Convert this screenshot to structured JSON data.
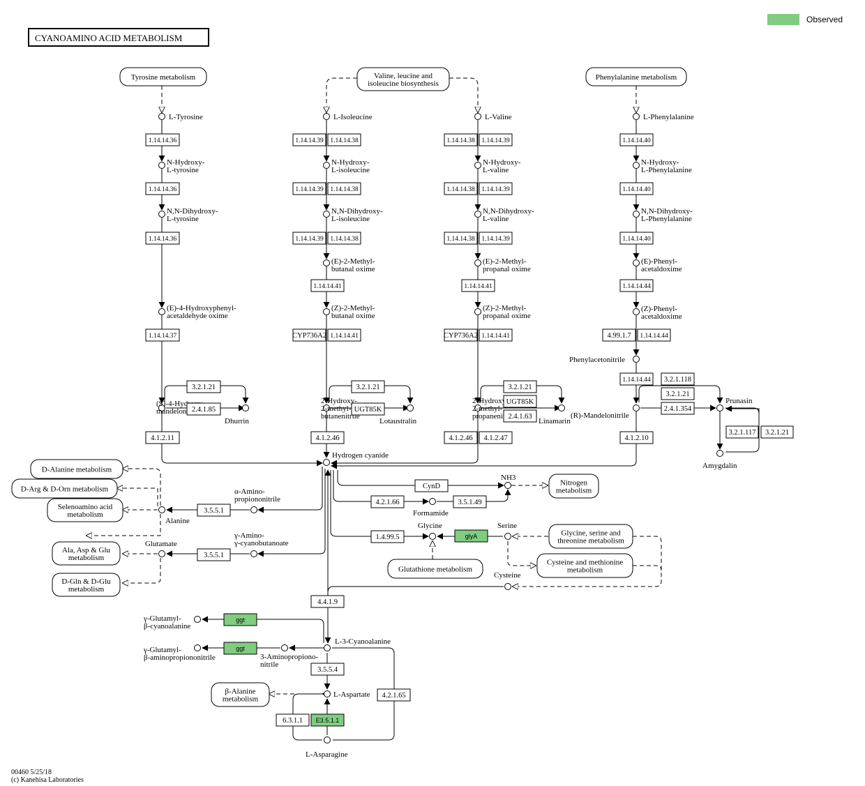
{
  "title": "CYANOAMINO  ACID  METABOLISM",
  "legend": {
    "label": "Observed",
    "color": "#80CC80"
  },
  "footer": {
    "map_id_date": "00460 5/25/18",
    "copyright": "(c) Kanehisa Laboratories"
  },
  "colors": {
    "observed": "#80CC80",
    "line": "#000000",
    "background": "#FFFFFF"
  },
  "maps": {
    "tyr": "Tyrosine metabolism",
    "val": [
      "Valine, leucine and",
      "isoleucine biosynthesis"
    ],
    "phe": "Phenylalanine metabolism",
    "dala": "D-Alanine metabolism",
    "darg": "D-Arg & D-Orn metabolism",
    "selen": [
      "Selenoamino acid",
      "metabolism"
    ],
    "aag": [
      "Ala, Asp & Glu",
      "metabolism"
    ],
    "dgln": [
      "D-Gln & D-Glu",
      "metabolism"
    ],
    "nitro": [
      "Nitrogen",
      "metabolism"
    ],
    "gst": [
      "Glycine, serine and",
      "threonine metabolism"
    ],
    "cys": [
      "Cysteine and methionine",
      "metabolism"
    ],
    "glut": "Glutathione metabolism",
    "bala": [
      "β-Alanine",
      "metabolism"
    ]
  },
  "compounds": {
    "ltyr": [
      "L-Tyrosine"
    ],
    "nhtyr": [
      "N-Hydroxy-",
      "L-tyrosine"
    ],
    "nndtyr": [
      "N,N-Dihydroxy-",
      "L-tyrosine"
    ],
    "e4h": [
      "(E)-4-Hydroxyphenyl-",
      "acetaldehyde oxime"
    ],
    "s4h": [
      "(S)-4-Hydroxy-",
      "mandelonitrile"
    ],
    "dhurrin": [
      "Dhurrin"
    ],
    "lile": [
      "L-Isoleucine"
    ],
    "nhile": [
      "N-Hydroxy-",
      "L-isoleucine"
    ],
    "nndile": [
      "N,N-Dihydroxy-",
      "L-isoleucine"
    ],
    "e2mb": [
      "(E)-2-Methyl-",
      "butanal oxime"
    ],
    "z2mb": [
      "(Z)-2-Methyl-",
      "butanal oxime"
    ],
    "h2mb": [
      "2-Hydroxy-",
      "2-methyl-",
      "butanenitrile"
    ],
    "lotau": [
      "Lotaustralin"
    ],
    "lval": [
      "L-Valine"
    ],
    "nhval": [
      "N-Hydroxy-",
      "L-valine"
    ],
    "nndval": [
      "N,N-Dihydroxy-",
      "L-valine"
    ],
    "e2mp": [
      "(E)-2-Methyl-",
      "propanal oxime"
    ],
    "z2mp": [
      "(Z)-2-Methyl-",
      "propanal oxime"
    ],
    "h2mp": [
      "2-Hydroxy-",
      "2-methyl-",
      "propanenitrile"
    ],
    "linam": [
      "Linamarin"
    ],
    "lphe": [
      "L-Phenylalanine"
    ],
    "nhphe": [
      "N-Hydroxy-",
      "L-Phenylalanine"
    ],
    "nndphe": [
      "N,N-Dihydroxy-",
      "L-Phenylalanine"
    ],
    "ephe": [
      "(E)-Phenyl-",
      "acetaldoxime"
    ],
    "zphe": [
      "(Z)-Phenyl-",
      "acetaldoxime"
    ],
    "phenac": [
      "Phenylacetonitrile"
    ],
    "rmand": [
      "(R)-Mandelonitrile"
    ],
    "prun": [
      "Prunasin"
    ],
    "amyg": [
      "Amygdalin"
    ],
    "hcn": [
      "Hydrogen cyanide"
    ],
    "aap": [
      "α-Amino-",
      "propiononitrile"
    ],
    "alan": [
      "Alanine"
    ],
    "gacb": [
      "γ-Amino-",
      "γ-cyanobutanoate"
    ],
    "glu": [
      "Glutamate"
    ],
    "nh3": [
      "NH3"
    ],
    "form": [
      "Formamide"
    ],
    "gly": [
      "Glycine"
    ],
    "ser": [
      "Serine"
    ],
    "cyst": [
      "Cysteine"
    ],
    "ggca": [
      "γ-Glutamyl-",
      "β-cyanoalanine"
    ],
    "ggap": [
      "γ-Glutamyl-",
      "β-aminopropiononitrile"
    ],
    "amprop": [
      "3-Aminopropiono-",
      "nitrile"
    ],
    "l3ca": [
      "L-3-Cyanoalanine"
    ],
    "lasp": [
      "L-Aspartate"
    ],
    "lasn": [
      "L-Asparagine"
    ]
  },
  "enzymes": {
    "e1": "1.14.14.36",
    "e2": "1.14.14.36",
    "e3": "1.14.14.36",
    "e4": "1.14.14.37",
    "e5": "3.2.1.21",
    "e6": "2.4.1.85",
    "e7": "4.1.2.11",
    "e8": "1.14.14.39",
    "e9": "1.14.14.38",
    "e10": "1.14.14.39",
    "e11": "1.14.14.38",
    "e12": "1.14.14.39",
    "e13": "1.14.14.38",
    "e14": "1.14.14.41",
    "e15": "CYP736A2",
    "e16": "1.14.14.41",
    "e17": "3.2.1.21",
    "e18": "UGT85K",
    "e19": "4.1.2.46",
    "e20": "1.14.14.38",
    "e21": "1.14.14.39",
    "e22": "1.14.14.38",
    "e23": "1.14.14.39",
    "e24": "1.14.14.38",
    "e25": "1.14.14.39",
    "e26": "1.14.14.41",
    "e27": "CYP736A2",
    "e28": "1.14.14.41",
    "e29": "3.2.1.21",
    "e30": "UGT85K",
    "e31": "2.4.1.63",
    "e32": "4.1.2.46",
    "e33": "4.1.2.47",
    "e34": "1.14.14.40",
    "e35": "1.14.14.40",
    "e36": "1.14.14.40",
    "e37": "1.14.14.44",
    "e38": "4.99.1.7",
    "e39": "1.14.14.44",
    "e40": "1.14.14.44",
    "e41": "3.2.1.118",
    "e42": "3.2.1.21",
    "e43": "2.4.1.354",
    "e44": "3.2.1.117",
    "e45": "3.2.1.21",
    "e46": "4.1.2.10",
    "e47": "3.5.5.1",
    "e48": "3.5.5.1",
    "e49": "CynD",
    "e50": "4.2.1.66",
    "e51": "3.5.1.49",
    "e52": "1.4.99.5",
    "e53": "glyA",
    "e54": "4.4.1.9",
    "e55": "ggt",
    "e56": "ggt",
    "e57": "3.5.5.4",
    "e58": "4.2.1.65",
    "e59": "6.3.1.1",
    "e60": "E3.5.1.1"
  }
}
